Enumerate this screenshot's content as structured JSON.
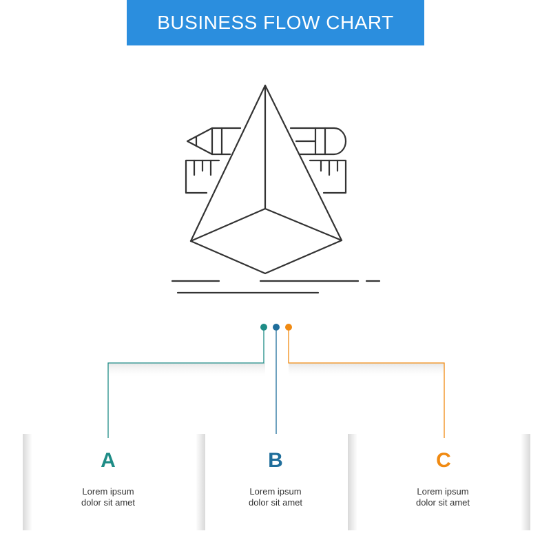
{
  "header": {
    "title": "BUSINESS FLOW CHART",
    "bg_color": "#2b8ede"
  },
  "icon": {
    "name": "3d-pyramid-design-tools-icon"
  },
  "steps": [
    {
      "letter": "A",
      "line1": "Lorem ipsum",
      "line2": "dolor sit amet",
      "color": "#1e8c86"
    },
    {
      "letter": "B",
      "line1": "Lorem ipsum",
      "line2": "dolor sit amet",
      "color": "#1f6e9b"
    },
    {
      "letter": "C",
      "line1": "Lorem ipsum",
      "line2": "dolor sit amet",
      "color": "#f08a12"
    }
  ]
}
